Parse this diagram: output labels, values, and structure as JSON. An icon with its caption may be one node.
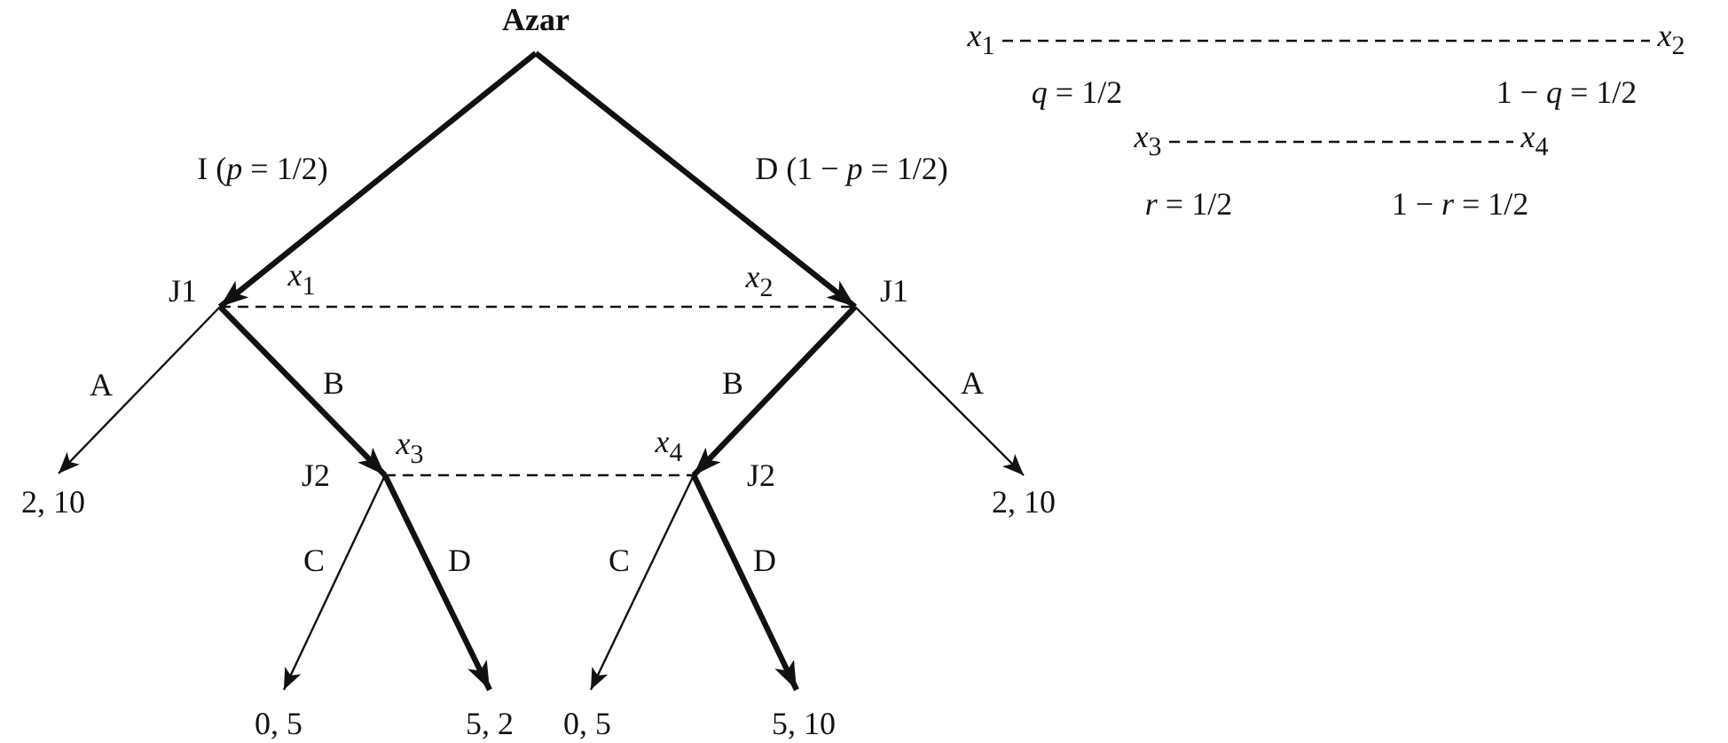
{
  "diagram": {
    "nodes": [
      {
        "text": [
          "Azar"
        ]
      },
      {
        "text": [
          "J1"
        ],
        "beside": [
          "*x*$_{1}$"
        ]
      },
      {
        "text": [
          "J1"
        ],
        "beside": [
          "*x*$_{2}$"
        ]
      },
      {
        "text": [
          "2, 10"
        ]
      },
      {
        "text": [
          "J2"
        ],
        "beside": [
          "*x*$_{3}$"
        ]
      },
      {
        "text": [
          "J2"
        ],
        "beside": [
          "*x*$_{4}$"
        ]
      },
      {
        "text": [
          "2, 10"
        ]
      },
      {
        "text": [
          "0, 5"
        ]
      },
      {
        "text": [
          "5, 2"
        ]
      },
      {
        "text": [
          "0, 5"
        ]
      },
      {
        "text": [
          "5, 10"
        ]
      },
      {
        "text": [
          "*x*$_{1}$"
        ]
      },
      {
        "text": [
          "*x*$_{2}$"
        ]
      },
      {
        "text": [
          "*x*$_{3}$"
        ]
      },
      {
        "text": [
          "*x*$_{4}$"
        ]
      }
    ],
    "edges": [
      {
        "from": 0,
        "to": 1,
        "arrow": "to",
        "label": "I (*p* = 1/2)",
        "style": "thick"
      },
      {
        "from": 0,
        "to": 2,
        "arrow": "to",
        "label": "D (1 − *p* = 1/2)",
        "style": "thick"
      },
      {
        "from": 1,
        "to": 3,
        "arrow": "to",
        "label": "A"
      },
      {
        "from": 1,
        "to": 4,
        "arrow": "to",
        "label": "B",
        "style": "thick"
      },
      {
        "from": 2,
        "to": 5,
        "arrow": "to",
        "label": "B",
        "style": "thick"
      },
      {
        "from": 2,
        "to": 6,
        "arrow": "to",
        "label": "A"
      },
      {
        "from": 4,
        "to": 7,
        "arrow": "to",
        "label": "C"
      },
      {
        "from": 4,
        "to": 8,
        "arrow": "to",
        "label": "D",
        "style": "thick"
      },
      {
        "from": 5,
        "to": 9,
        "arrow": "to",
        "label": "C"
      },
      {
        "from": 5,
        "to": 10,
        "arrow": "to",
        "label": "D",
        "style": "thick"
      },
      {
        "from": 1,
        "to": 2,
        "arrow": "none",
        "style": "dashed"
      },
      {
        "from": 4,
        "to": 5,
        "arrow": "none",
        "style": "dashed"
      },
      {
        "from": 11,
        "to": 12,
        "arrow": "none",
        "style": "dashed"
      },
      {
        "from": 13,
        "to": 14,
        "arrow": "none",
        "style": "dashed"
      }
    ],
    "labels": [
      "*q* = 1/2",
      "1 − *q* = 1/2",
      "*r* = 1/2",
      "1 − *r* = 1/2"
    ]
  }
}
